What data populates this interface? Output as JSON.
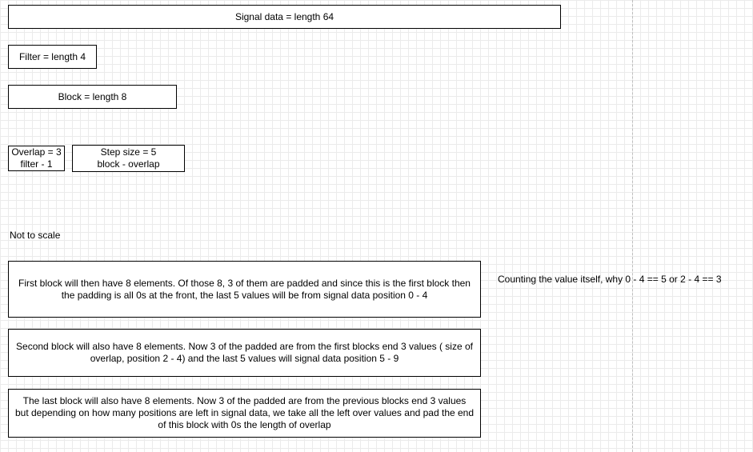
{
  "boxes": {
    "signal": "Signal data = length 64",
    "filter": "Filter = length 4",
    "block": "Block = length 8",
    "overlap": "Overlap = 3\nfilter - 1",
    "step": "Step size = 5\nblock - overlap",
    "first_block": "First block will then have 8 elements. Of those 8, 3 of them are padded and since this is the first block then\nthe padding is all 0s at the front, the last 5 values will be from signal data position 0 - 4",
    "second_block": "Second block will also have 8 elements. Now 3 of the padded are from the first blocks end 3 values ( size of\noverlap, position 2 - 4) and the last 5 values will signal data position 5 - 9",
    "last_block": "The last block will also have 8 elements. Now 3 of the padded are from the previous blocks end 3 values\nbut depending on how many positions are left in signal data, we take all the left over values and pad the end\nof this block with 0s the length of overlap"
  },
  "notes": {
    "not_to_scale": "Not to scale",
    "counting": "Counting the value itself, why 0 - 4 == 5 or 2 - 4 == 3"
  }
}
